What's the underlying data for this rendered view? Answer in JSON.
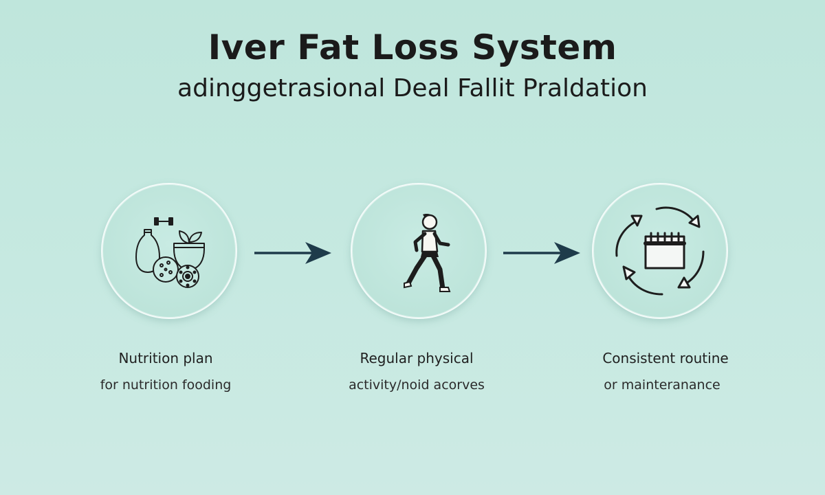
{
  "title": "Iver Fat Loss System",
  "subtitle": "adinggetrasional Deal Fallit Praldation",
  "colors": {
    "background": "#c2e7de",
    "arrow": "#1e3b4a",
    "icon_stroke": "#1d1d1d"
  },
  "steps": [
    {
      "label": "Nutrition plan",
      "description": "for nutrition fooding",
      "icon": "food-icon"
    },
    {
      "label": "Regular physical",
      "description": "activity/noid acorves",
      "icon": "running-person-icon"
    },
    {
      "label": "Consistent routine",
      "description": "or mainteranance",
      "icon": "calendar-cycle-icon"
    }
  ]
}
